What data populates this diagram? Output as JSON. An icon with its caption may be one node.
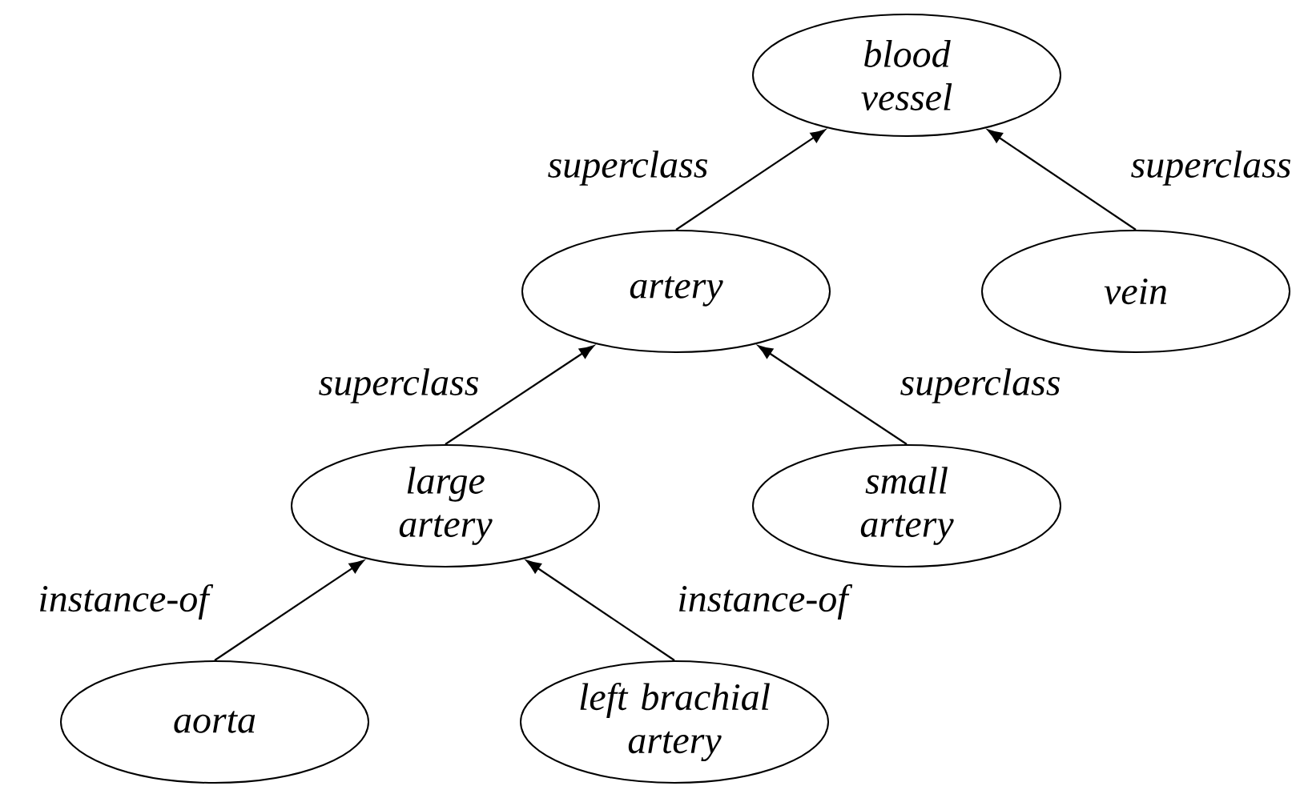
{
  "diagram": {
    "nodes": [
      {
        "text": [
          "blood vessel"
        ]
      },
      {
        "text": [
          "artery"
        ]
      },
      {
        "text": [
          "vein"
        ]
      },
      {
        "text": [
          "large artery"
        ]
      },
      {
        "text": [
          "small artery"
        ]
      },
      {
        "text": [
          "aorta"
        ]
      },
      {
        "text": [
          "left brachial artery"
        ]
      }
    ],
    "edges": [
      {
        "from": 1,
        "to": 0,
        "arrow": "to",
        "label": "superclass"
      },
      {
        "from": 2,
        "to": 0,
        "arrow": "to",
        "label": "superclass"
      },
      {
        "from": 3,
        "to": 1,
        "arrow": "to",
        "label": "superclass"
      },
      {
        "from": 4,
        "to": 1,
        "arrow": "to",
        "label": "superclass"
      },
      {
        "from": 5,
        "to": 3,
        "arrow": "to",
        "label": "instance-of"
      },
      {
        "from": 6,
        "to": 3,
        "arrow": "to",
        "label": "instance-of"
      }
    ]
  }
}
